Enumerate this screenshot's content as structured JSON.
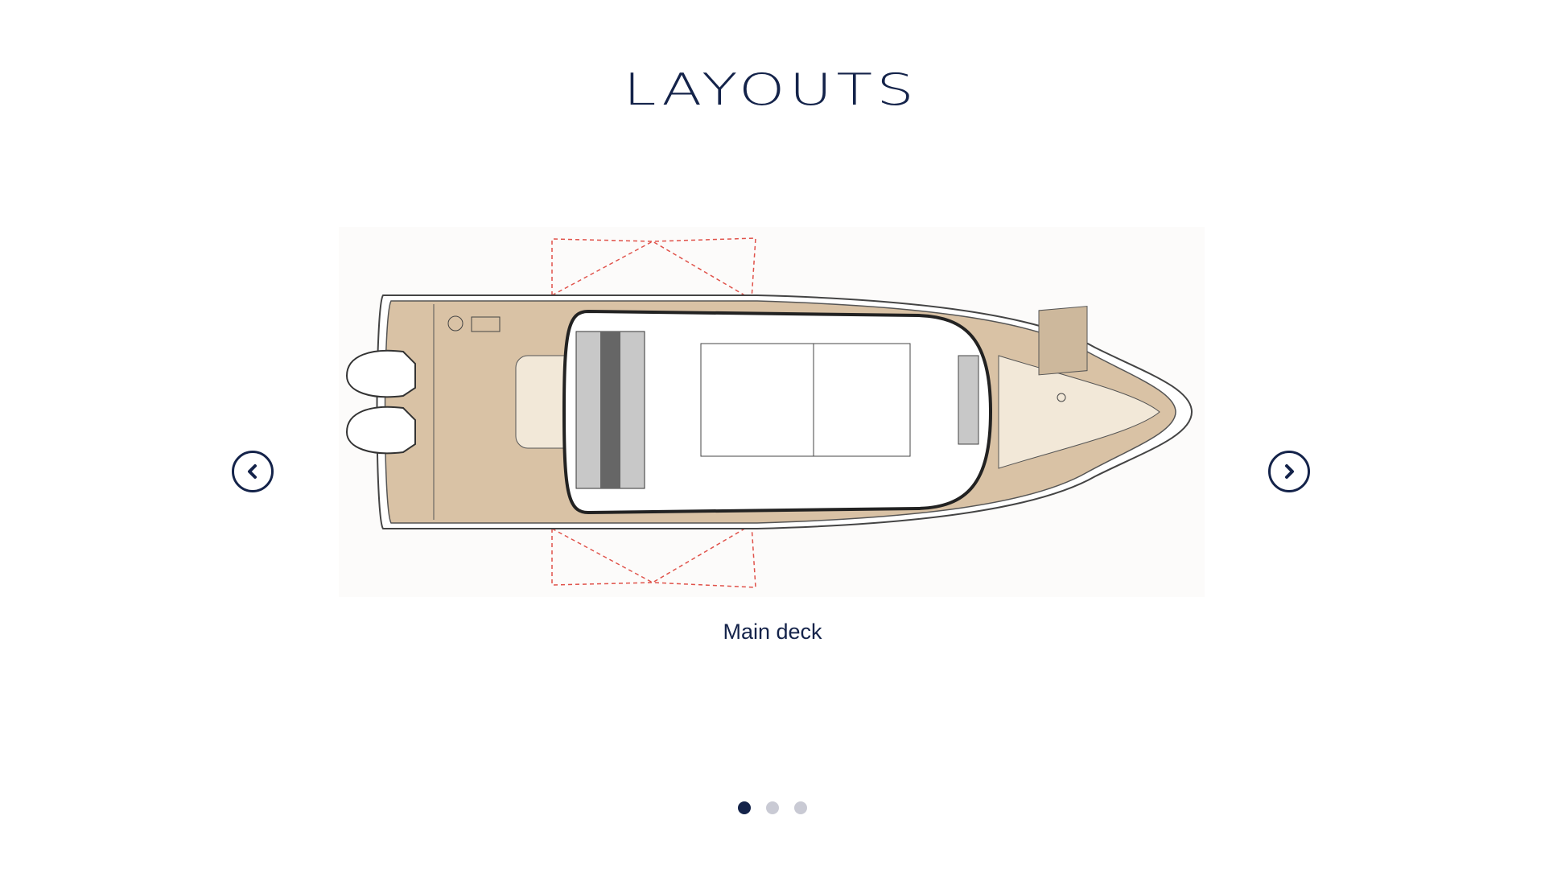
{
  "section": {
    "title": "LAYOUTS"
  },
  "carousel": {
    "slides": [
      {
        "caption": "Main deck"
      }
    ],
    "current_index": 0,
    "total_slides": 3,
    "prev_icon": "chevron-left-icon",
    "next_icon": "chevron-right-icon"
  },
  "colors": {
    "navy": "#14234a",
    "teak": "#d9c2a5",
    "cream": "#f2e8d8",
    "dot_inactive": "#c9cad4"
  }
}
